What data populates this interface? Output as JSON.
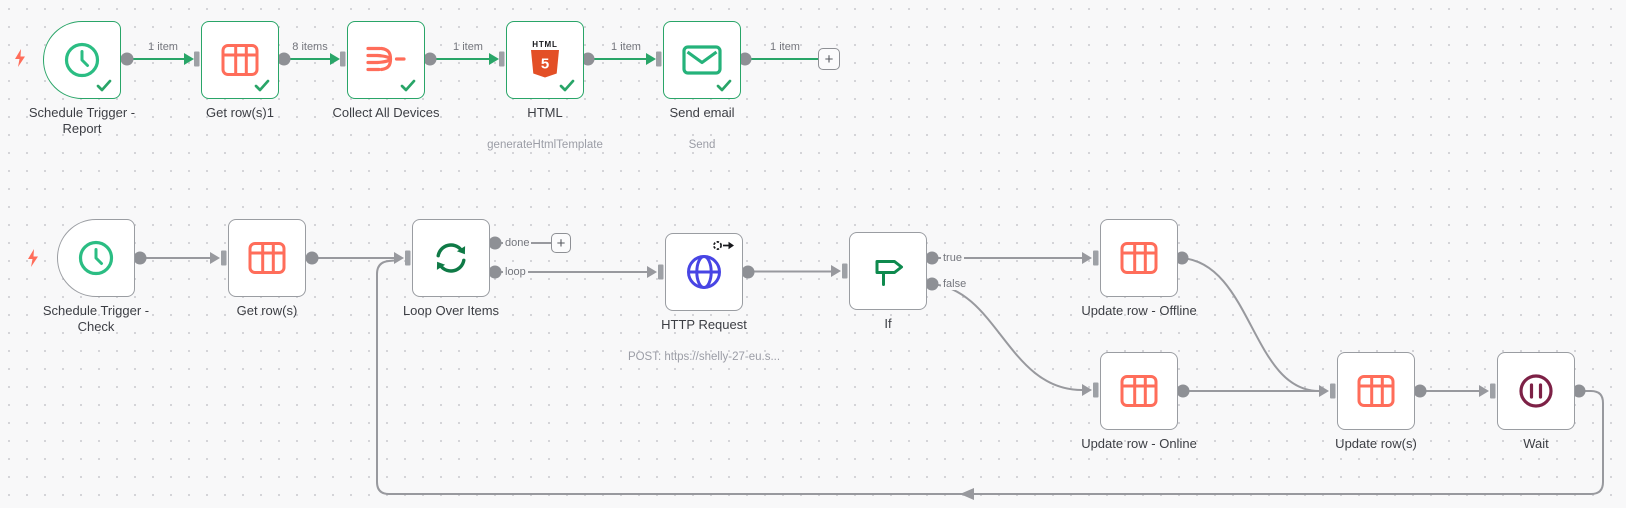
{
  "colors": {
    "success_green": "#29a568",
    "icon_teal_green": "#2bbd83",
    "table_red": "#ff6d5a",
    "html_orange": "#e34f26",
    "globe_indigo": "#4845e4",
    "if_green": "#0e8a4e",
    "loop_green": "#0f7a46",
    "wait_maroon": "#7d2146",
    "wire_gray": "#98999e",
    "canvas_bg": "#f8f8f9"
  },
  "nodes": {
    "schedule_report": {
      "label": "Schedule Trigger -\nReport"
    },
    "get_rows1": {
      "label": "Get row(s)1"
    },
    "collect": {
      "label": "Collect All Devices"
    },
    "html": {
      "label": "HTML",
      "subtitle": "generateHtmlTemplate"
    },
    "send_email": {
      "label": "Send email",
      "subtitle": "Send"
    },
    "schedule_check": {
      "label": "Schedule Trigger -\nCheck"
    },
    "get_rows": {
      "label": "Get row(s)"
    },
    "loop": {
      "label": "Loop Over Items"
    },
    "http": {
      "label": "HTTP Request",
      "subtitle": "POST: https://shelly-27-eu.s..."
    },
    "if": {
      "label": "If"
    },
    "update_offline": {
      "label": "Update row - Offline"
    },
    "update_online": {
      "label": "Update row - Online"
    },
    "update_rows": {
      "label": "Update row(s)"
    },
    "wait": {
      "label": "Wait"
    }
  },
  "edges": {
    "one_item": "1 item",
    "eight_items": "8 items",
    "done": "done",
    "loop": "loop",
    "true": "true",
    "false": "false"
  },
  "plus_label": "+"
}
